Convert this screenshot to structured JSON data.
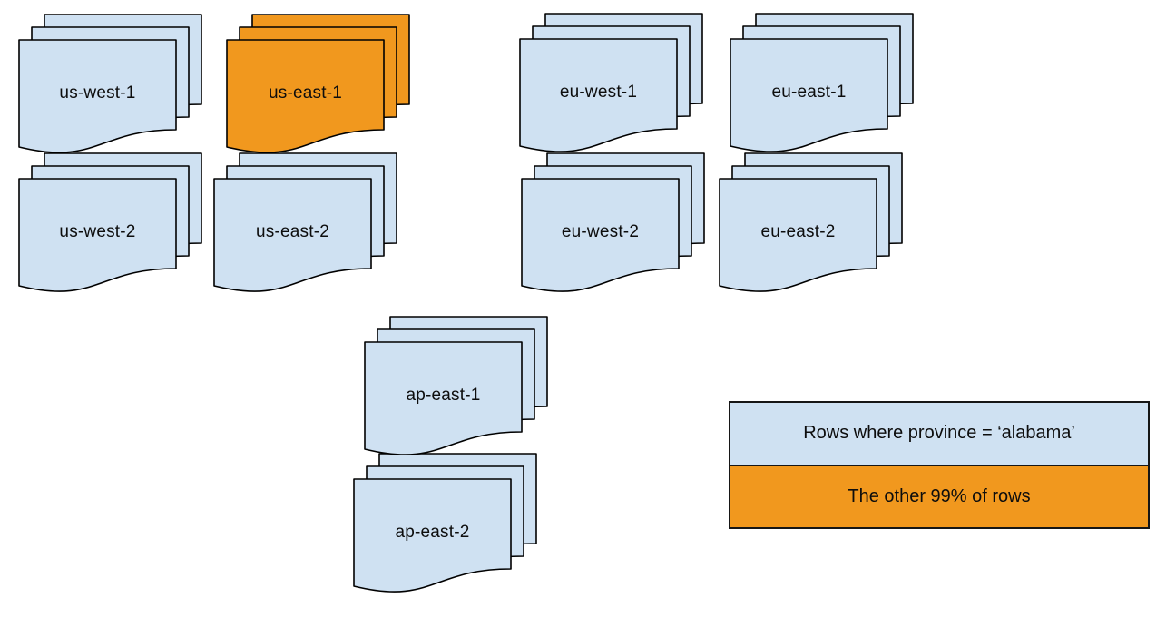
{
  "stacks": [
    {
      "label": "us-west-1",
      "variant": "blue"
    },
    {
      "label": "us-east-1",
      "variant": "orange"
    },
    {
      "label": "eu-west-1",
      "variant": "blue"
    },
    {
      "label": "eu-east-1",
      "variant": "blue"
    },
    {
      "label": "us-west-2",
      "variant": "blue"
    },
    {
      "label": "us-east-2",
      "variant": "blue"
    },
    {
      "label": "eu-west-2",
      "variant": "blue"
    },
    {
      "label": "eu-east-2",
      "variant": "blue"
    },
    {
      "label": "ap-east-1",
      "variant": "blue"
    },
    {
      "label": "ap-east-2",
      "variant": "blue"
    }
  ],
  "legend": {
    "rows": [
      {
        "label": "Rows where province = ‘alabama’",
        "variant": "blue"
      },
      {
        "label": "The other 99% of rows",
        "variant": "orange"
      }
    ]
  },
  "colors": {
    "blue": "#CFE1F2",
    "orange": "#F1981E",
    "stroke": "#000000",
    "background": "#FFFFFF"
  }
}
